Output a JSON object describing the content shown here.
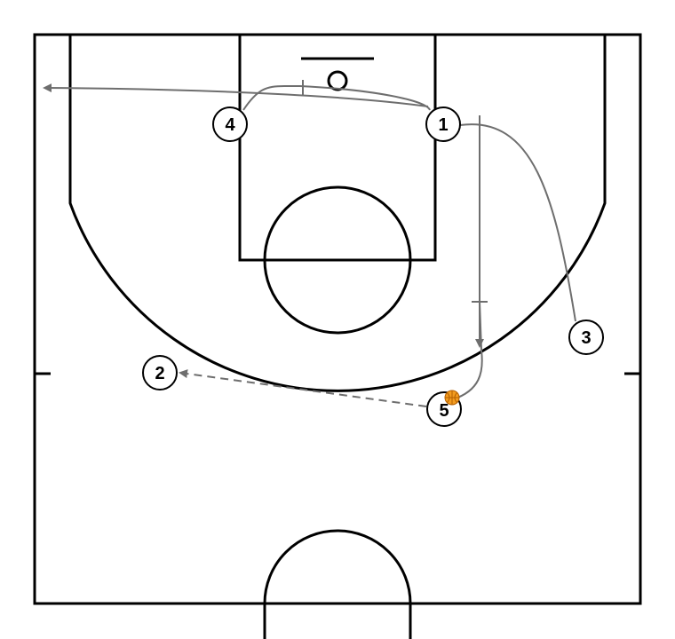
{
  "players": [
    {
      "id": "1",
      "label": "1"
    },
    {
      "id": "2",
      "label": "2"
    },
    {
      "id": "3",
      "label": "3"
    },
    {
      "id": "4",
      "label": "4"
    },
    {
      "id": "5",
      "label": "5",
      "has_ball": true
    }
  ],
  "colors": {
    "court_lines": "#000000",
    "movement_lines": "#6e6e6e",
    "ball": "#f39c1f"
  },
  "icons": {
    "ball": "basketball-icon"
  }
}
